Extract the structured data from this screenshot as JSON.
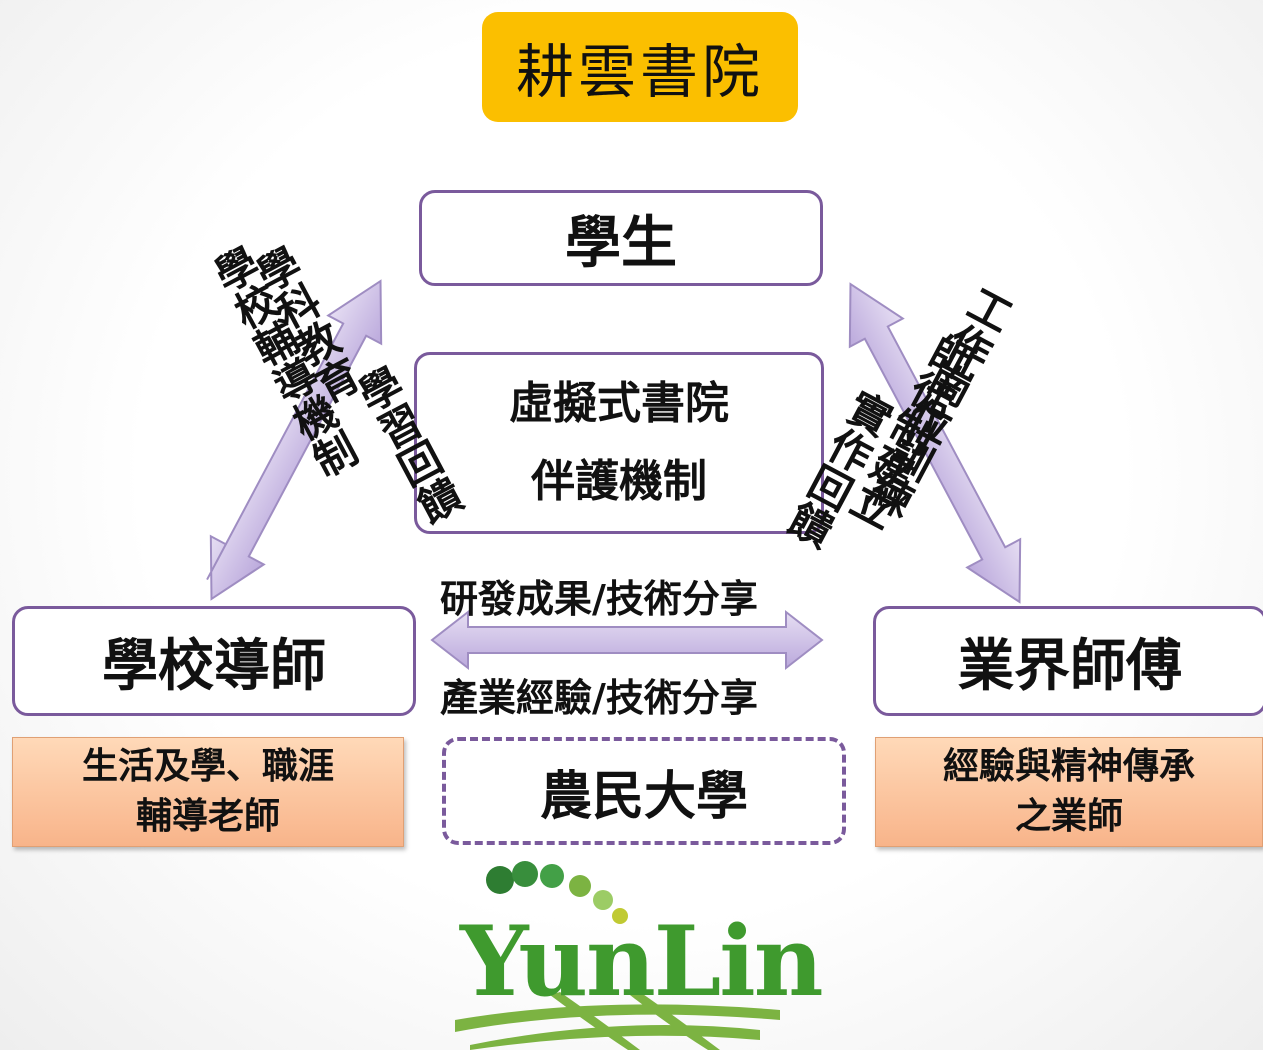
{
  "title": "耕雲書院",
  "student": "學生",
  "center": {
    "line1": "虛擬式書院",
    "line2": "伴護機制"
  },
  "school_teacher": "學校導師",
  "industry_mentor": "業界師傅",
  "teacher_role": {
    "line1": "生活及學、職涯",
    "line2": "輔導老師"
  },
  "mentor_role": {
    "line1": "經驗與精神傳承",
    "line2": "之業師"
  },
  "university": "農民大學",
  "horizontal_arrow": {
    "top_label": "研發成果/技術分享",
    "bottom_label": "產業經驗/技術分享"
  },
  "left_arrow": {
    "outer_col1": "學校輔導機制",
    "outer_col2": "學科教育",
    "inner": "學習回饋"
  },
  "right_arrow": {
    "outer_col1": "師徒制建立",
    "outer_col2": "工作崗位訓練",
    "inner": "實作回饋"
  },
  "logo": {
    "text": "YunLin",
    "color": "#3f9a2e",
    "dots": [
      "#2e7d32",
      "#43a047",
      "#7cb342",
      "#9ccc65",
      "#c0ca33"
    ]
  },
  "colors": {
    "title_bg": "#fbbf00",
    "border": "#7a5a9c",
    "arrow": "#cdbfe5",
    "role_bg": "#f8b48a"
  }
}
